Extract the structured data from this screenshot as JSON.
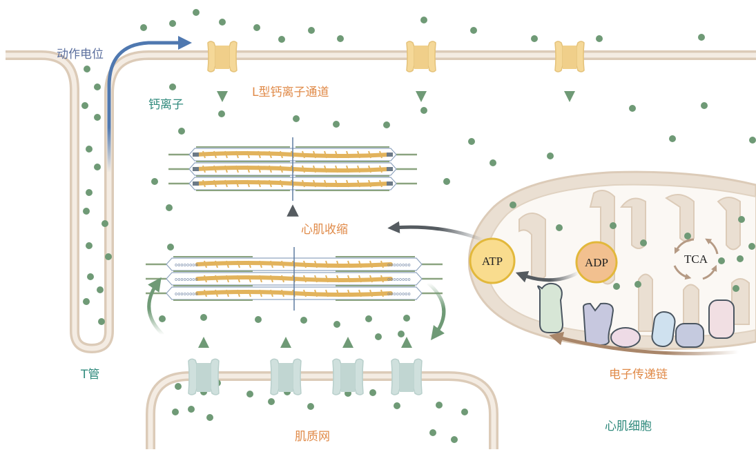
{
  "title": "心肌细胞兴奋-收缩耦联与能量代谢示意图",
  "labels": {
    "action_potential": "动作电位",
    "calcium_ion": "钙离子",
    "l_type_channel": "L型钙离子通道",
    "t_tubule": "T管",
    "contraction": "心肌收缩",
    "sarcoplasmic_reticulum": "肌质网",
    "electron_transport_chain": "电子传递链",
    "cardiomyocyte": "心肌细胞"
  },
  "molecules": {
    "atp": "ATP",
    "adp": "ADP",
    "tca": "TCA"
  },
  "colors": {
    "membrane": "#eadfd2",
    "membrane_edge": "#dccbb8",
    "calcium_dot": "#6f9a76",
    "l_channel": "#f5d898",
    "ryr_channel": "#cfe0dd",
    "action_potential_arrow": "#4f78b0",
    "atp_fill": "#f9dc8e",
    "adp_fill": "#f2c08f",
    "actin": "#8aa37f",
    "myosin": "#e2b35c",
    "label_orange": "#e08a48",
    "label_teal": "#2f8a7c",
    "label_blue": "#5b6f9e"
  }
}
